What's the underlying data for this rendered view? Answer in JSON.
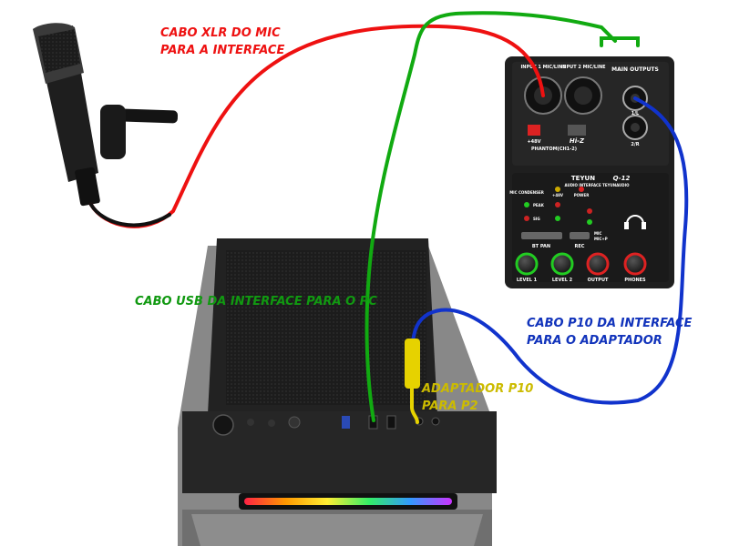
{
  "labels": {
    "xlr": [
      "CABO XLR DO MIC",
      "PARA A INTERFACE"
    ],
    "usb": "CABO USB DA INTERFACE PARA O PC",
    "p10": [
      "CABO P10 DA INTERFACE",
      "PARA O ADAPTADOR"
    ],
    "adapter": [
      "ADAPTADOR P10",
      "PARA P2"
    ]
  },
  "interface": {
    "brand": "TEYUN",
    "model": "Q-12",
    "subtitle": "AUDIO INTERFACE TEYUNAUDIO",
    "input1": "INPUT 1 MIC/LINE",
    "input2": "INPUT 2 MIC/LINE",
    "main_outputs": "MAIN OUTPUTS",
    "out1": "1/L",
    "out2": "2/R",
    "phantom_48v": "+48V",
    "phantom": "PHANTOM(CH1-2)",
    "hiz": "Hi-Z",
    "mic_condenser": "MIC CONDENSER",
    "led_48v": "+48V",
    "power": "POWER",
    "peak": "PEAK",
    "sig": "SIG",
    "bt_pan": "BT PAN",
    "rec": "REC",
    "mic": "MIC",
    "mic_plus_p": "MIC+P",
    "level1": "LEVEL 1",
    "level2": "LEVEL 2",
    "output": "OUTPUT",
    "phones": "PHONES"
  },
  "colors": {
    "xlr_cable": "#ee1111",
    "usb_cable": "#11aa11",
    "p10_cable": "#1133cc",
    "adapter": "#e6d200",
    "interface_body": "#1f1f1f",
    "pc_case": "#2a2a2a"
  }
}
